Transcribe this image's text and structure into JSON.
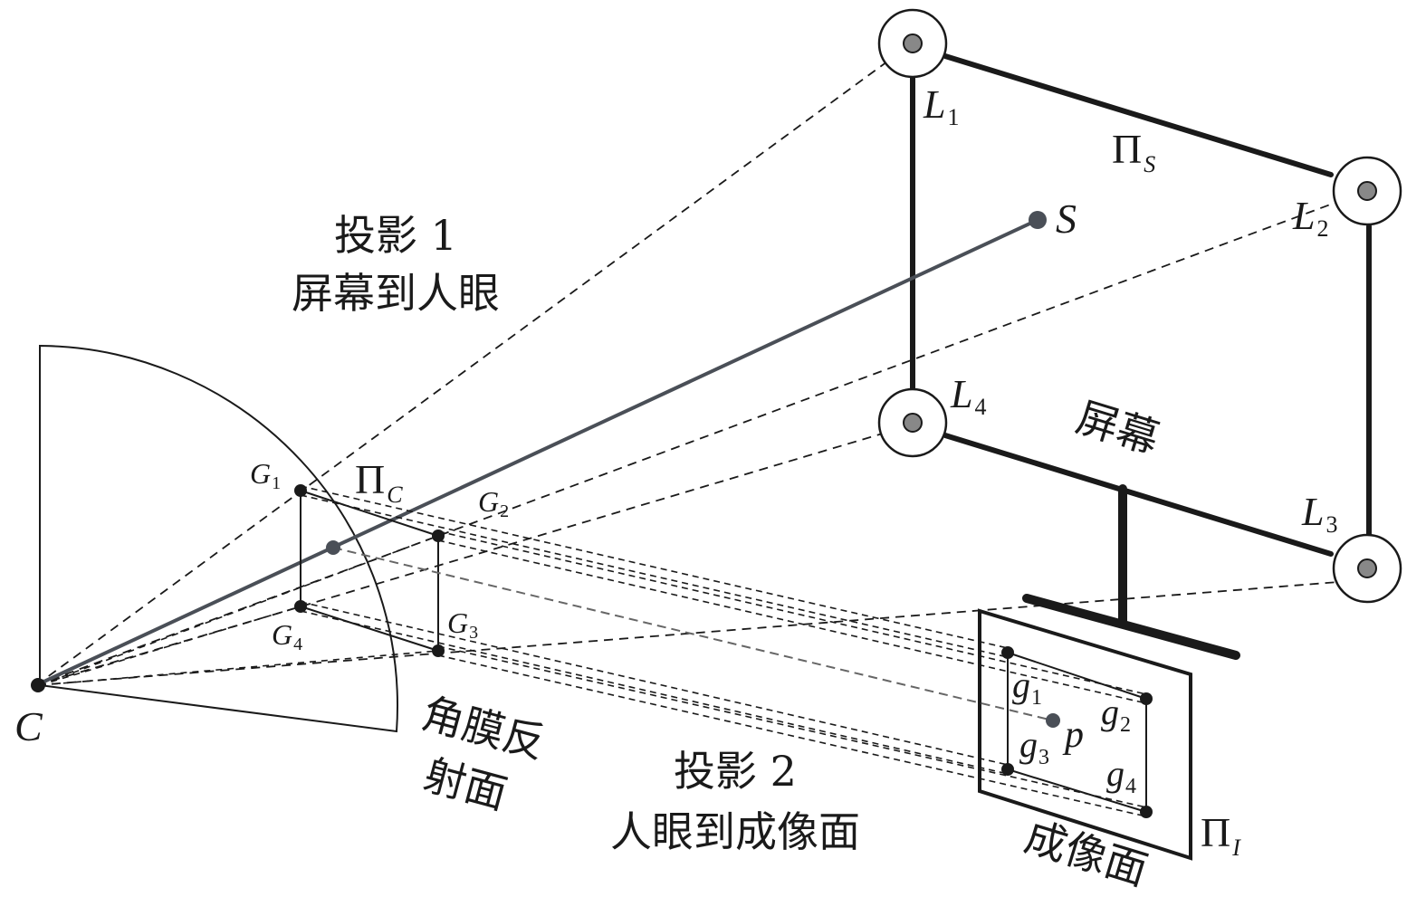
{
  "labels": {
    "proj1_line1": "投影 1",
    "proj1_line2": "屏幕到人眼",
    "proj2_line1": "投影 2",
    "proj2_line2": "人眼到成像面",
    "screen": "屏幕",
    "cornea_line1": "角膜反",
    "cornea_line2": "射面",
    "image_plane": "成像面"
  },
  "points": {
    "C": {
      "base": "C"
    },
    "S": {
      "base": "S"
    },
    "p": {
      "base": "p"
    },
    "L1": {
      "base": "L",
      "sub": "1"
    },
    "L2": {
      "base": "L",
      "sub": "2"
    },
    "L3": {
      "base": "L",
      "sub": "3"
    },
    "L4": {
      "base": "L",
      "sub": "4"
    },
    "G1": {
      "base": "G",
      "sub": "1"
    },
    "G2": {
      "base": "G",
      "sub": "2"
    },
    "G3": {
      "base": "G",
      "sub": "3"
    },
    "G4": {
      "base": "G",
      "sub": "4"
    },
    "g1": {
      "base": "g",
      "sub": "1"
    },
    "g2": {
      "base": "g",
      "sub": "2"
    },
    "g3": {
      "base": "g",
      "sub": "3"
    },
    "g4": {
      "base": "g",
      "sub": "4"
    }
  },
  "planes": {
    "PiS": {
      "base": "Π",
      "sub": "S"
    },
    "PiC": {
      "base": "Π",
      "sub": "C"
    },
    "PiI": {
      "base": "Π",
      "sub": "I"
    }
  },
  "colors": {
    "ink": "#1a1a1a",
    "gray_ray": "#4a4f57",
    "gray_dash": "#666666"
  }
}
